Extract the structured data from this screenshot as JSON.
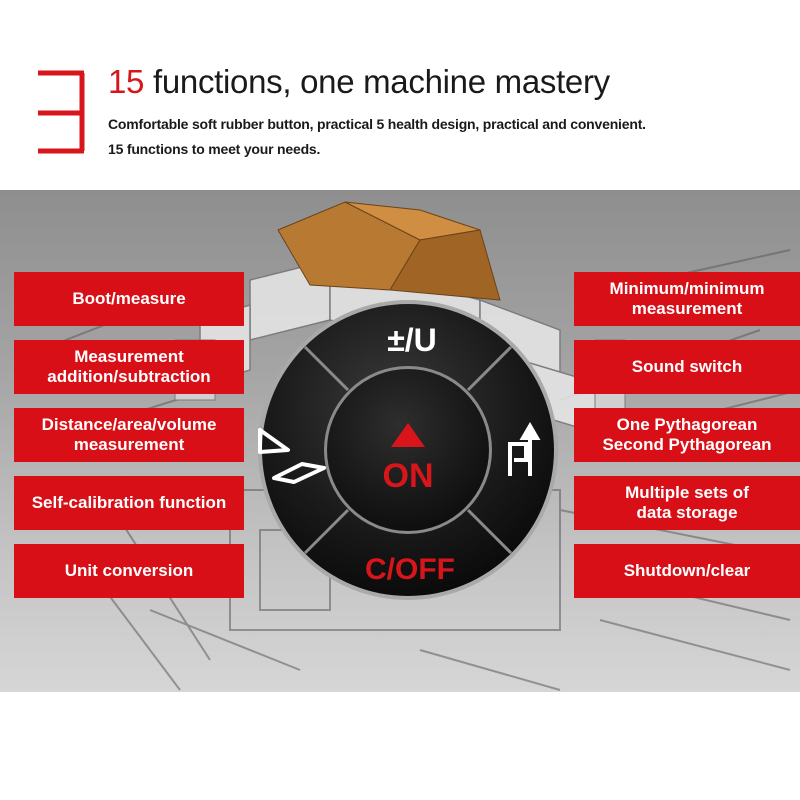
{
  "header": {
    "title_number": "15",
    "title_rest": " functions, one machine mastery",
    "subtitle_line1": "Comfortable soft rubber button, practical 5 health design, practical and convenient.",
    "subtitle_line2": "15 functions to meet your needs."
  },
  "labels_left": [
    "Boot/measure",
    "Measurement\naddition/subtraction",
    "Distance/area/volume\nmeasurement",
    "Self-calibration function",
    "Unit conversion"
  ],
  "labels_right": [
    "Minimum/minimum\nmeasurement",
    "Sound switch",
    "One Pythagorean\nSecond Pythagorean",
    "Multiple sets of\ndata storage",
    "Shutdown/clear"
  ],
  "pad": {
    "top_button": "±/U",
    "center_button": "ON",
    "bottom_button": "C/OFF",
    "left_button_icon": "area-volume-icon",
    "right_button_icon": "pythagorean-icon",
    "center_icon": "triangle-up-icon"
  },
  "colors": {
    "accent_red": "#d80f17",
    "pad_black": "#151515"
  }
}
